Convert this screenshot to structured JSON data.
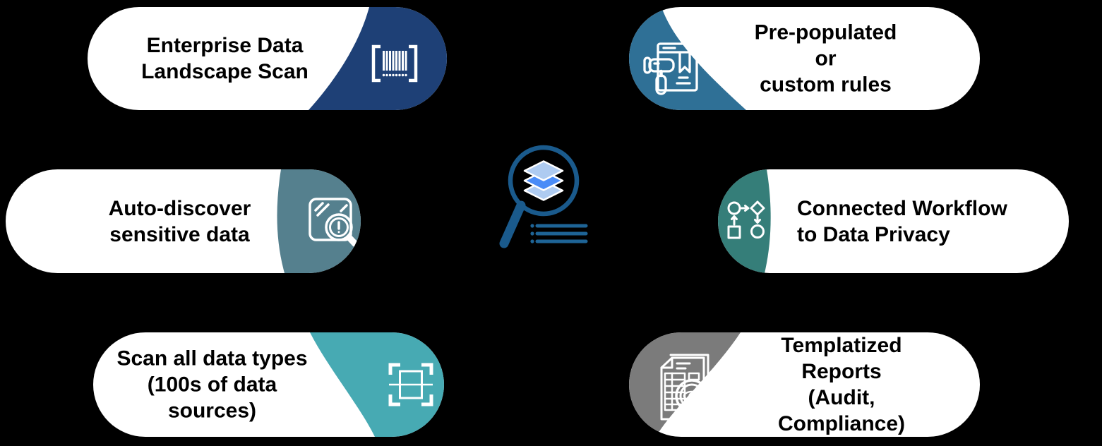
{
  "background": "#000000",
  "center": {
    "name": "magnifier-over-data-layers",
    "ring_color": "#1A5A8C",
    "list_color": "#1E6496",
    "layer_light": "#AECBF1",
    "layer_bright": "#4A8CF7"
  },
  "pills": [
    {
      "id": "enterprise-data-landscape-scan",
      "label_lines": [
        "Enterprise Data",
        "Landscape Scan"
      ],
      "accent": "#1E4076",
      "icon": "barcode-scan-icon"
    },
    {
      "id": "auto-discover-sensitive-data",
      "label_lines": [
        "Auto-discover",
        "sensitive data"
      ],
      "accent": "#55808E",
      "icon": "screen-alert-magnifier-icon"
    },
    {
      "id": "scan-all-data-types",
      "label_lines": [
        "Scan all data types",
        "(100s of data sources)"
      ],
      "accent": "#47AAB3",
      "icon": "scan-frame-icon"
    },
    {
      "id": "pre-populated-or-custom-rules",
      "label_lines": [
        "Pre-populated or",
        "custom rules"
      ],
      "accent": "#2F7096",
      "icon": "gavel-rulebook-icon"
    },
    {
      "id": "connected-workflow-to-data-privacy",
      "label_lines": [
        "Connected Workflow",
        "to Data Privacy"
      ],
      "accent": "#357E79",
      "icon": "workflow-icon"
    },
    {
      "id": "templatized-reports",
      "label_lines": [
        "Templatized Reports",
        "(Audit, Compliance)"
      ],
      "accent": "#7B7B7B",
      "icon": "report-magnifier-icon"
    }
  ]
}
